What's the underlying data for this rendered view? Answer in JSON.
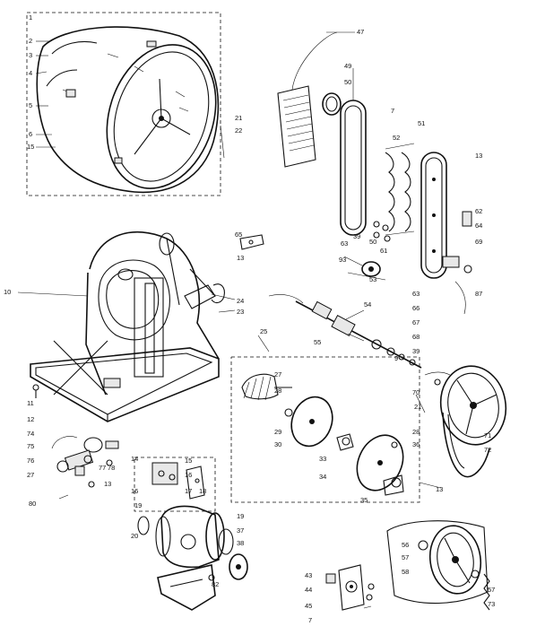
{
  "colors": {
    "ink": "#111111",
    "paper": "#ffffff"
  },
  "labels": [
    {
      "id": "l1",
      "text": "1"
    },
    {
      "id": "l2",
      "text": "2"
    },
    {
      "id": "l3",
      "text": "3"
    },
    {
      "id": "l4",
      "text": "4"
    },
    {
      "id": "l5",
      "text": "5"
    },
    {
      "id": "l6",
      "text": "6"
    },
    {
      "id": "l15a",
      "text": "15"
    },
    {
      "id": "l47",
      "text": "47"
    },
    {
      "id": "l49",
      "text": "49"
    },
    {
      "id": "l50a",
      "text": "50"
    },
    {
      "id": "l7a",
      "text": "7"
    },
    {
      "id": "l51",
      "text": "51"
    },
    {
      "id": "l52a",
      "text": "52"
    },
    {
      "id": "l13a",
      "text": "13"
    },
    {
      "id": "l21a",
      "text": "21"
    },
    {
      "id": "l22",
      "text": "22"
    },
    {
      "id": "l62",
      "text": "62"
    },
    {
      "id": "l64",
      "text": "64"
    },
    {
      "id": "l69",
      "text": "69"
    },
    {
      "id": "l39a",
      "text": "39"
    },
    {
      "id": "l50b",
      "text": "50"
    },
    {
      "id": "l61",
      "text": "61"
    },
    {
      "id": "l63a",
      "text": "63"
    },
    {
      "id": "l93",
      "text": "93"
    },
    {
      "id": "l53",
      "text": "53"
    },
    {
      "id": "l65",
      "text": "65"
    },
    {
      "id": "l13b",
      "text": "13"
    },
    {
      "id": "l87",
      "text": "87"
    },
    {
      "id": "l10",
      "text": "10"
    },
    {
      "id": "l24",
      "text": "24"
    },
    {
      "id": "l23",
      "text": "23"
    },
    {
      "id": "l54",
      "text": "54"
    },
    {
      "id": "l55",
      "text": "55"
    },
    {
      "id": "l63b",
      "text": "63"
    },
    {
      "id": "l66",
      "text": "66"
    },
    {
      "id": "l67",
      "text": "67"
    },
    {
      "id": "l68",
      "text": "68"
    },
    {
      "id": "l39b",
      "text": "39"
    },
    {
      "id": "l9",
      "text": "9"
    },
    {
      "id": "l70",
      "text": "70"
    },
    {
      "id": "l21b",
      "text": "21"
    },
    {
      "id": "l25",
      "text": "25"
    },
    {
      "id": "l27a",
      "text": "27"
    },
    {
      "id": "l28a",
      "text": "28"
    },
    {
      "id": "l29",
      "text": "29"
    },
    {
      "id": "l30",
      "text": "30"
    },
    {
      "id": "l33",
      "text": "33"
    },
    {
      "id": "l28b",
      "text": "28"
    },
    {
      "id": "l36",
      "text": "36"
    },
    {
      "id": "l34",
      "text": "34"
    },
    {
      "id": "l35",
      "text": "35"
    },
    {
      "id": "l13c",
      "text": "13"
    },
    {
      "id": "l71",
      "text": "71"
    },
    {
      "id": "l72",
      "text": "72"
    },
    {
      "id": "l11",
      "text": "11"
    },
    {
      "id": "l12",
      "text": "12"
    },
    {
      "id": "l74",
      "text": "74"
    },
    {
      "id": "l75",
      "text": "75"
    },
    {
      "id": "l76",
      "text": "76"
    },
    {
      "id": "l77",
      "text": "77"
    },
    {
      "id": "l78",
      "text": "78"
    },
    {
      "id": "l27b",
      "text": "27"
    },
    {
      "id": "l13d",
      "text": "13"
    },
    {
      "id": "l80",
      "text": "80"
    },
    {
      "id": "l14",
      "text": "14"
    },
    {
      "id": "l15b",
      "text": "15"
    },
    {
      "id": "l16a",
      "text": "16"
    },
    {
      "id": "l17",
      "text": "17"
    },
    {
      "id": "l18",
      "text": "18"
    },
    {
      "id": "l16b",
      "text": "16"
    },
    {
      "id": "l19a",
      "text": "19"
    },
    {
      "id": "l19b",
      "text": "19"
    },
    {
      "id": "l37",
      "text": "37"
    },
    {
      "id": "l38",
      "text": "38"
    },
    {
      "id": "l20",
      "text": "20"
    },
    {
      "id": "l82",
      "text": "82"
    },
    {
      "id": "l56",
      "text": "56"
    },
    {
      "id": "l57a",
      "text": "57"
    },
    {
      "id": "l58",
      "text": "58"
    },
    {
      "id": "l57b",
      "text": "57"
    },
    {
      "id": "l73",
      "text": "73"
    },
    {
      "id": "l43",
      "text": "43"
    },
    {
      "id": "l44",
      "text": "44"
    },
    {
      "id": "l45",
      "text": "45"
    },
    {
      "id": "l7b",
      "text": "7"
    }
  ]
}
